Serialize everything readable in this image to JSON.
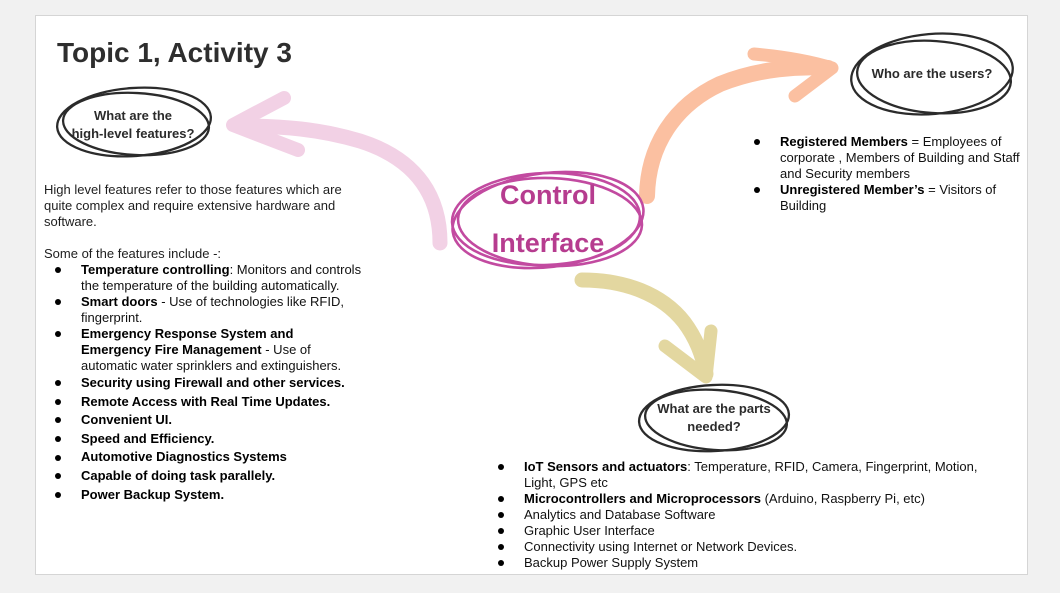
{
  "title": "Topic 1, Activity 3",
  "center": {
    "line1": "Control",
    "line2": "Interface"
  },
  "features": {
    "bubble": {
      "line1": "What are the",
      "line2": "high-level features?"
    },
    "intro": "High level features refer to those features which are\nquite complex and require extensive hardware and\nsoftware.",
    "lead": "Some of the features include -:",
    "items": [
      {
        "bold": "Temperature controlling",
        "text": ": Monitors and controls\nthe temperature of the building automatically."
      },
      {
        "bold": "Smart doors",
        "text": " - Use of technologies like RFID,\nfingerprint."
      },
      {
        "bold": "Emergency Response System and\nEmergency Fire Management",
        "text": " - Use of\nautomatic water sprinklers and extinguishers."
      },
      {
        "bold": "Security using Firewall and other services."
      },
      {
        "bold": "Remote Access with Real Time Updates."
      },
      {
        "bold": "Convenient UI."
      },
      {
        "bold": "Speed and Efficiency."
      },
      {
        "bold": "Automotive Diagnostics Systems"
      },
      {
        "bold": "Capable of doing task parallely."
      },
      {
        "bold": "Power Backup System."
      }
    ]
  },
  "users": {
    "bubble": "Who are the users?",
    "items": [
      {
        "bold": "Registered Members",
        "text": " = Employees of\ncorporate , Members of Building and Staff\nand Security members"
      },
      {
        "bold": "Unregistered Member’s",
        "text": " = Visitors of\nBuilding"
      }
    ]
  },
  "parts": {
    "bubble": {
      "line1": "What are the parts",
      "line2": "needed?"
    },
    "items": [
      {
        "bold": "IoT Sensors and actuators",
        "text": ": Temperature, RFID, Camera, Fingerprint, Motion,\nLight, GPS etc"
      },
      {
        "bold": "Microcontrollers and Microprocessors",
        "text": " (Arduino, Raspberry Pi, etc)"
      },
      {
        "text": "Analytics and Database Software"
      },
      {
        "text": "Graphic User Interface"
      },
      {
        "text": "Connectivity using Internet or Network Devices."
      },
      {
        "text": "Backup Power Supply System"
      }
    ]
  },
  "colors": {
    "center_text": "#b63c8f",
    "center_oval": "#c24aa0",
    "oval_stroke": "#2b2b2b",
    "pink_arrow": "#f2d1e5",
    "orange_arrow": "#fbc0a1",
    "tan_arrow": "#e3d7a0"
  }
}
